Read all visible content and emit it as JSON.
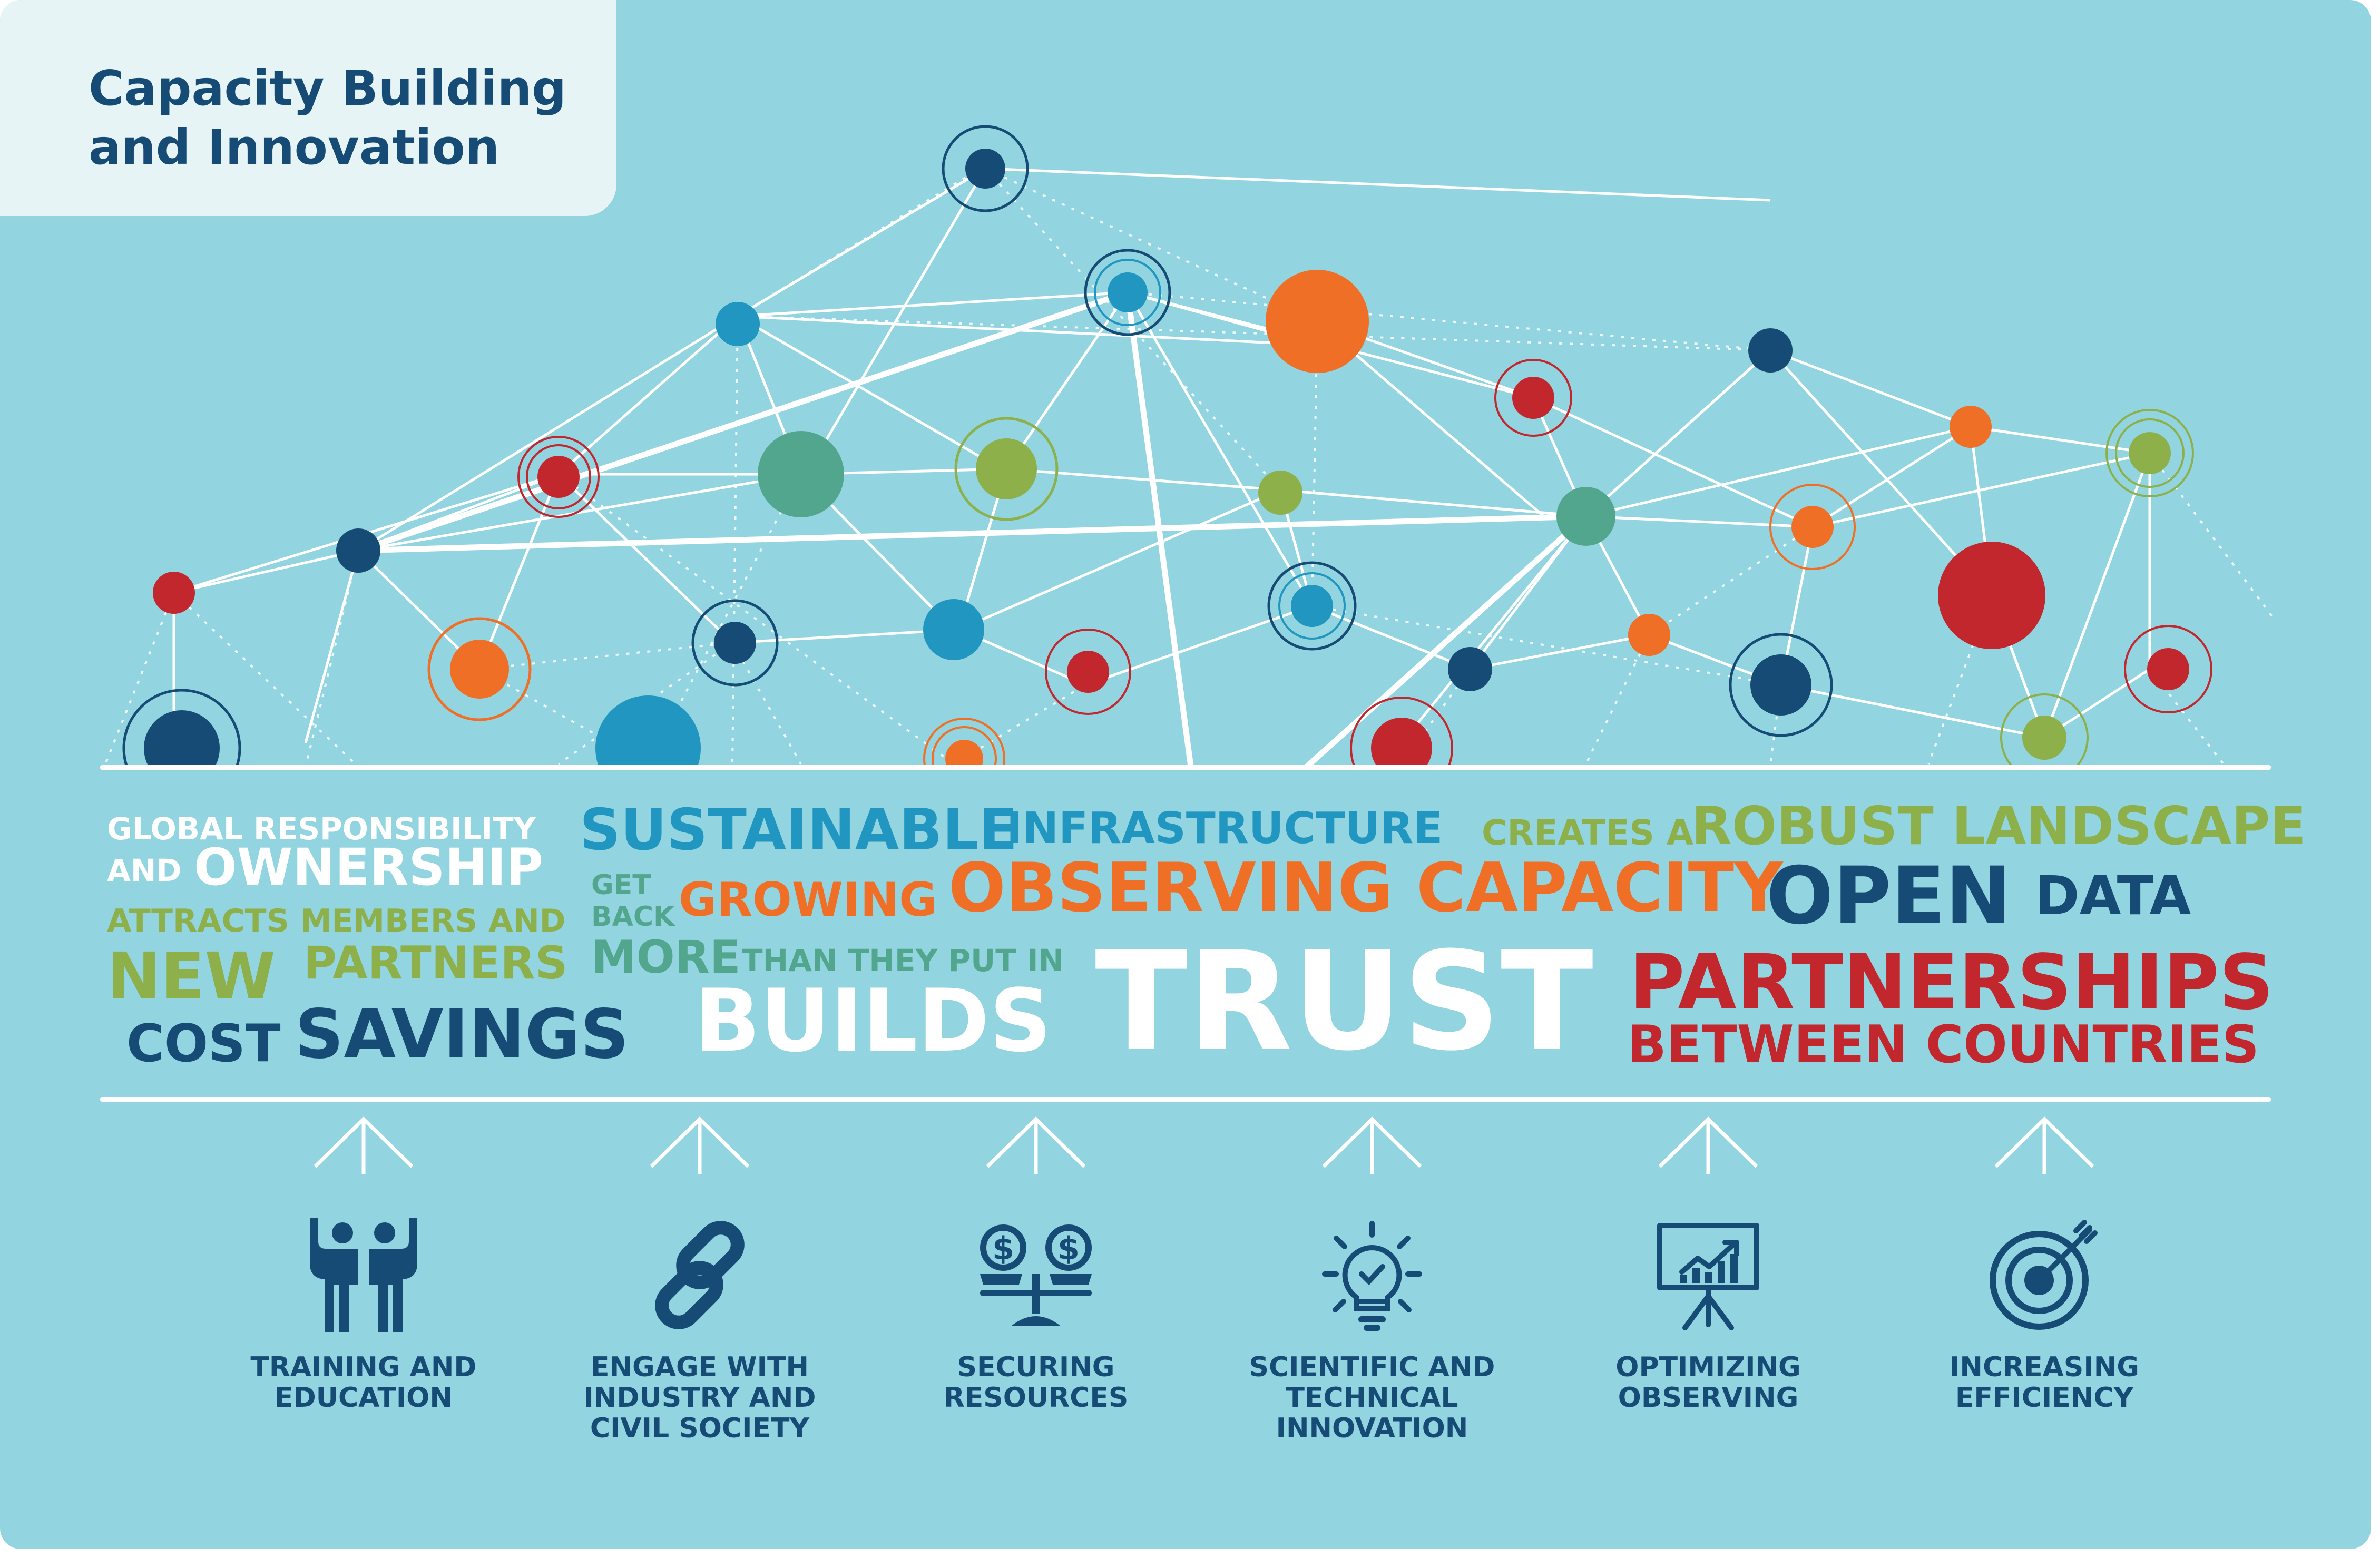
{
  "title": "Capacity Building\nand Innovation",
  "colors": {
    "background": "#92d4e0",
    "title_box": "#e6f4f6",
    "navy": "#154b75",
    "blue": "#2196c1",
    "green": "#8db04a",
    "orange": "#ef6f27",
    "red": "#c1272d",
    "teal": "#52a68d",
    "white": "#ffffff"
  },
  "word_cloud": {
    "global_responsibility": "GLOBAL RESPONSIBILITY",
    "and": "AND",
    "ownership": "OWNERSHIP",
    "attracts_members": "ATTRACTS MEMBERS AND",
    "new": "NEW",
    "partners": "PARTNERS",
    "cost": "COST",
    "savings": "SAVINGS",
    "sustainable": "SUSTAINABLE",
    "infrastructure": "INFRASTRUCTURE",
    "get": "GET",
    "back": "BACK",
    "growing": "GROWING",
    "observing_capacity": "OBSERVING CAPACITY",
    "more": "MORE",
    "than_they_put_in": "THAN THEY PUT IN",
    "builds": "BUILDS",
    "trust": "TRUST",
    "creates_a": "CREATES A",
    "robust_landscape": "ROBUST LANDSCAPE",
    "open": "OPEN",
    "data": "DATA",
    "partnerships": "PARTNERSHIPS",
    "between_countries": "BETWEEN COUNTRIES"
  },
  "drivers": [
    {
      "label": "TRAINING AND\nEDUCATION",
      "icon": "people-celebrating-icon"
    },
    {
      "label": "ENGAGE WITH\nINDUSTRY AND\nCIVIL SOCIETY",
      "icon": "chain-link-icon"
    },
    {
      "label": "SECURING\nRESOURCES",
      "icon": "money-balance-icon"
    },
    {
      "label": "SCIENTIFIC AND\nTECHNICAL\nINNOVATION",
      "icon": "lightbulb-idea-icon"
    },
    {
      "label": "OPTIMIZING\nOBSERVING",
      "icon": "presentation-chart-icon"
    },
    {
      "label": "INCREASING\nEFFICIENCY",
      "icon": "target-arrow-icon"
    }
  ]
}
